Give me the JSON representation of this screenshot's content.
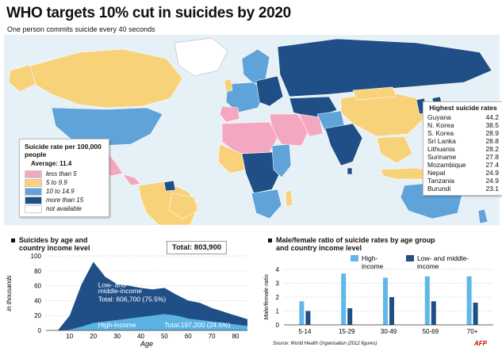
{
  "header": {
    "title": "WHO targets 10% cut in suicides by 2020",
    "subtitle": "One person commits suicide every 40 seconds"
  },
  "colors": {
    "ocean": "#e6f0f7",
    "less_than_5": "#f4a7c0",
    "from_5_to_9_9": "#f7d279",
    "from_10_to_14_9": "#5fa3d9",
    "more_than_15": "#1f4f86",
    "not_available": "#ffffff",
    "high_income": "#5fb8e8",
    "low_middle_income": "#1f4f86"
  },
  "legend": {
    "title": "Suicide rate per 100,000 people",
    "average": "Average: 11.4",
    "items": [
      {
        "label": "less than 5",
        "color": "#f4a7c0"
      },
      {
        "label": "5 to 9.9",
        "color": "#f7d279"
      },
      {
        "label": "10 to 14.9",
        "color": "#5fa3d9"
      },
      {
        "label": "more than 15",
        "color": "#1f4f86"
      },
      {
        "label": "not available",
        "color": "#ffffff"
      }
    ]
  },
  "ranking": {
    "title": "Highest suicide rates",
    "rows": [
      {
        "country": "Guyana",
        "rate": "44.2"
      },
      {
        "country": "N. Korea",
        "rate": "38.5"
      },
      {
        "country": "S. Korea",
        "rate": "28.9"
      },
      {
        "country": "Sri Lanka",
        "rate": "28.8"
      },
      {
        "country": "Lithuania",
        "rate": "28.2"
      },
      {
        "country": "Suriname",
        "rate": "27.8"
      },
      {
        "country": "Mozambique",
        "rate": "27.4"
      },
      {
        "country": "Nepal",
        "rate": "24.9"
      },
      {
        "country": "Tanzania",
        "rate": "24.9"
      },
      {
        "country": "Burundi",
        "rate": "23.1"
      }
    ]
  },
  "age_section": {
    "heading_line1": "Suicides by age and",
    "heading_line2": "country income level",
    "total": "Total: 803,900"
  },
  "ratio_section": {
    "heading_line1": "Male/female ratio of suicide rates by age group",
    "heading_line2": "and country income level"
  },
  "footer": {
    "source": "Source: World Health Organisation (2012 figures)",
    "agency": "AFP"
  },
  "chart_data": [
    {
      "type": "area",
      "ylabel": "in thousands",
      "xlabel": "Age",
      "xlim": [
        0,
        85
      ],
      "ylim": [
        0,
        100
      ],
      "xticks": [
        10,
        20,
        30,
        40,
        50,
        60,
        70,
        80
      ],
      "yticks": [
        0,
        20,
        40,
        60,
        80,
        100
      ],
      "series": [
        {
          "name": "Low- and middle-income",
          "label": "Total: 606,700 (75.5%)",
          "x": [
            5,
            10,
            15,
            20,
            25,
            30,
            35,
            40,
            45,
            50,
            55,
            60,
            65,
            70,
            75,
            80,
            85
          ],
          "values": [
            0,
            20,
            62,
            92,
            72,
            62,
            60,
            57,
            55,
            57,
            48,
            40,
            37,
            30,
            25,
            20,
            15
          ]
        },
        {
          "name": "High-income",
          "label": "Total:197,200 (24.5%)",
          "x": [
            5,
            10,
            15,
            20,
            25,
            30,
            35,
            40,
            45,
            50,
            55,
            60,
            65,
            70,
            75,
            80,
            85
          ],
          "values": [
            0,
            1,
            5,
            10,
            12,
            14,
            16,
            18,
            20,
            22,
            20,
            16,
            14,
            12,
            10,
            8,
            6
          ]
        }
      ]
    },
    {
      "type": "bar",
      "ylabel": "Male/female ratio",
      "categories": [
        "5-14",
        "15-29",
        "30-49",
        "50-69",
        "70+"
      ],
      "ylim": [
        0,
        4
      ],
      "yticks": [
        0,
        1,
        2,
        3,
        4
      ],
      "series": [
        {
          "name": "High-income",
          "values": [
            1.7,
            3.7,
            3.4,
            3.5,
            3.5
          ]
        },
        {
          "name": "Low- and middle-income",
          "values": [
            1.0,
            1.2,
            2.0,
            1.7,
            1.6
          ]
        }
      ]
    }
  ]
}
